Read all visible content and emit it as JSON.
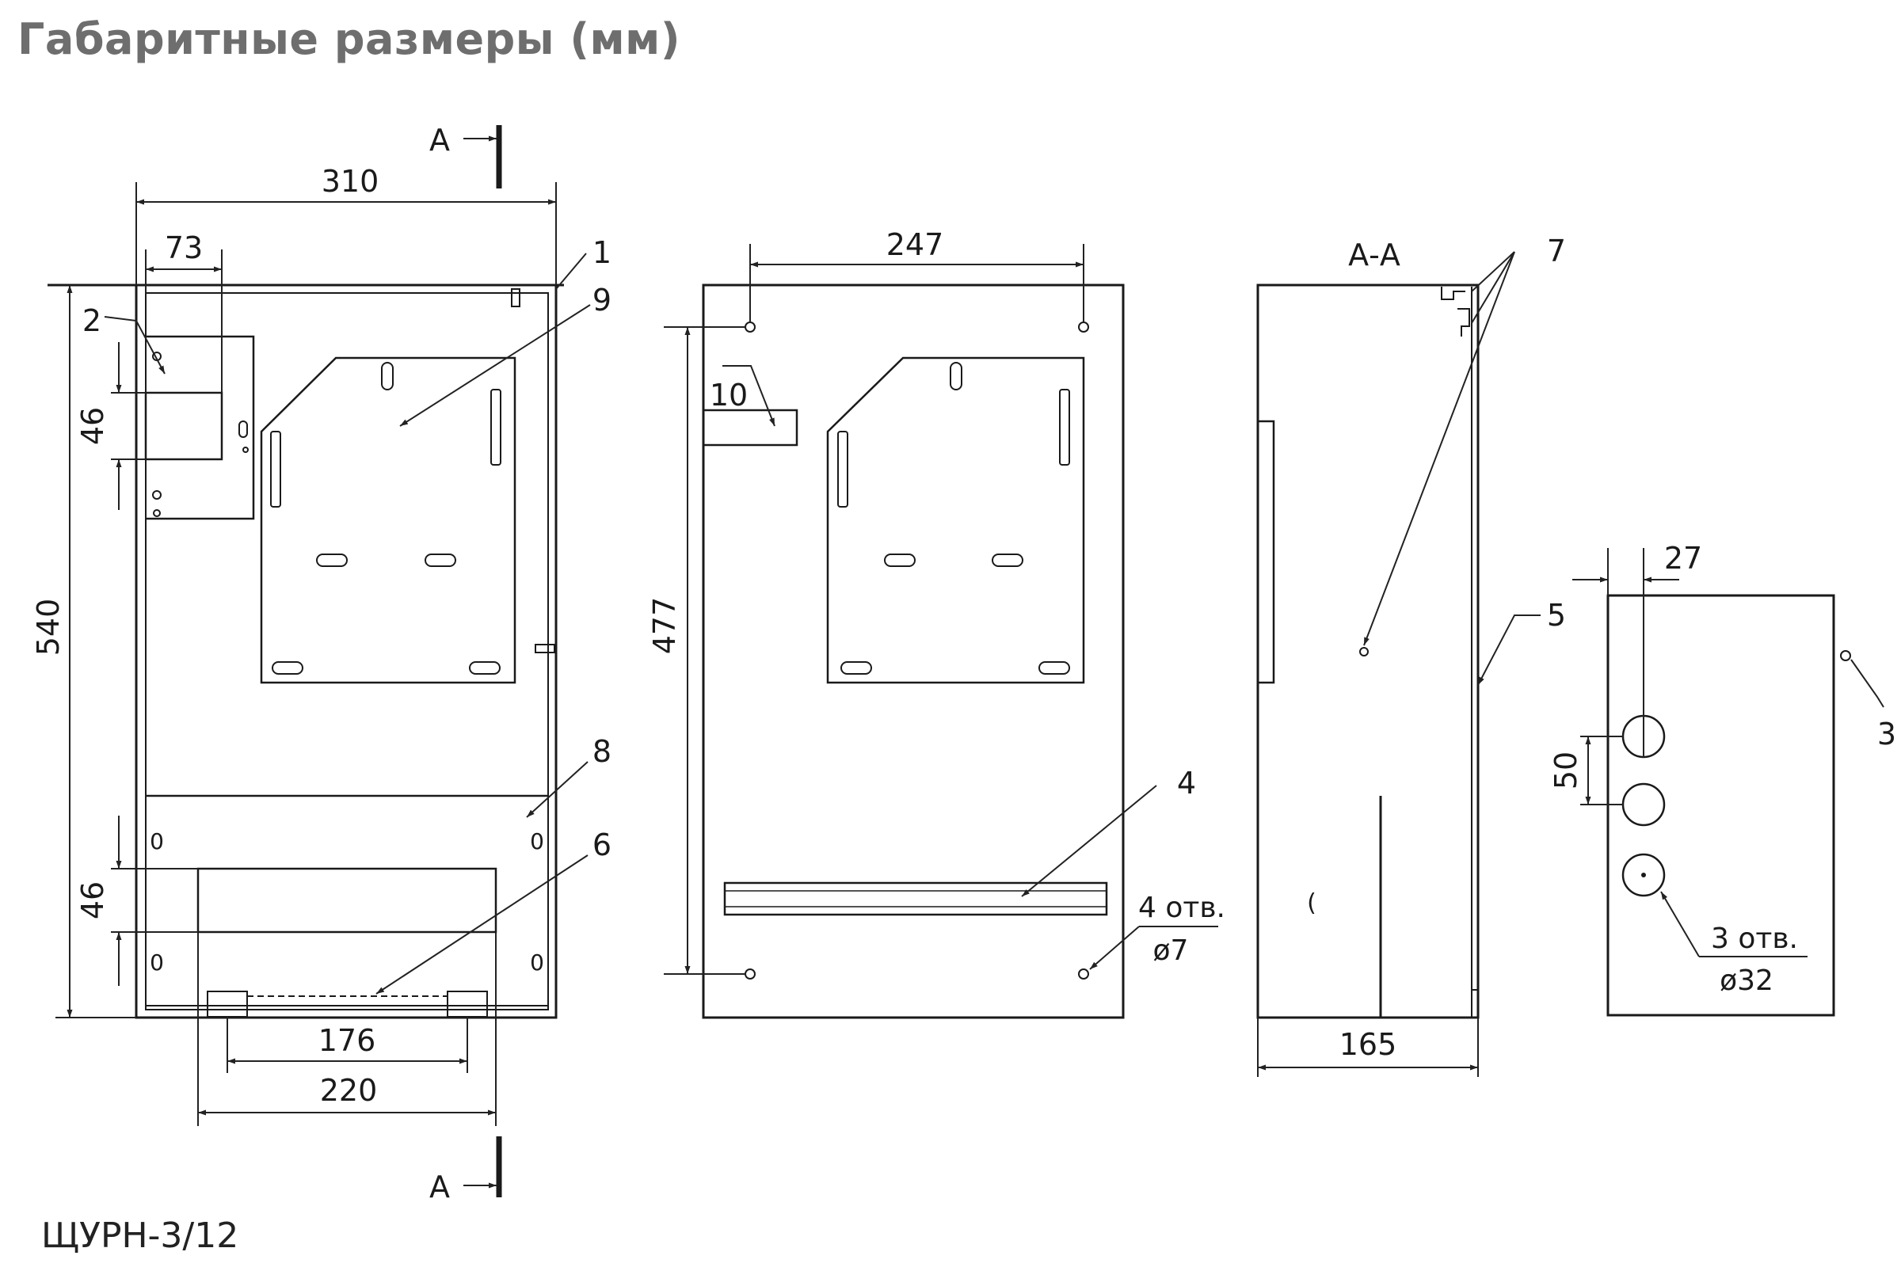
{
  "title": "Габаритные размеры (мм)",
  "model": "ЩУРН-3/12",
  "section_label": "А",
  "section_view_title": "А-А",
  "dimensions": {
    "width_310": "310",
    "dim_73": "73",
    "height_540": "540",
    "dim_46_top": "46",
    "dim_46_bottom": "46",
    "dim_176": "176",
    "dim_220": "220",
    "dim_247": "247",
    "dim_477": "477",
    "dim_165": "165",
    "dim_27": "27",
    "dim_50": "50"
  },
  "callouts": {
    "c1": "1",
    "c2": "2",
    "c3": "3",
    "c4": "4",
    "c5": "5",
    "c6": "6",
    "c7": "7",
    "c8": "8",
    "c9": "9",
    "c10": "10"
  },
  "notes": {
    "holes4_line1": "4 отв.",
    "holes4_line2": "ø7",
    "holes3_line1": "3 отв.",
    "holes3_line2": "ø32"
  }
}
